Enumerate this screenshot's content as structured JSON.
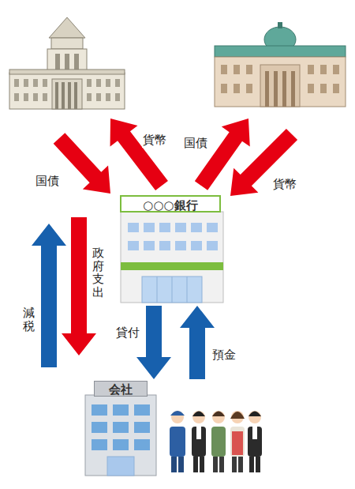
{
  "diagram": {
    "nodes": [
      {
        "text": [
          "○○○銀行"
        ]
      },
      {
        "text": [
          "会社"
        ]
      }
    ],
    "edges": [
      {
        "from": 0,
        "to": 1,
        "arrow": "to",
        "label": "貸付"
      },
      {
        "from": 1,
        "to": 0,
        "arrow": "to",
        "label": "預金"
      }
    ],
    "labels": [
      "貨幣",
      "国債",
      "国債",
      "貨幣",
      "政府支出",
      "減税"
    ]
  }
}
